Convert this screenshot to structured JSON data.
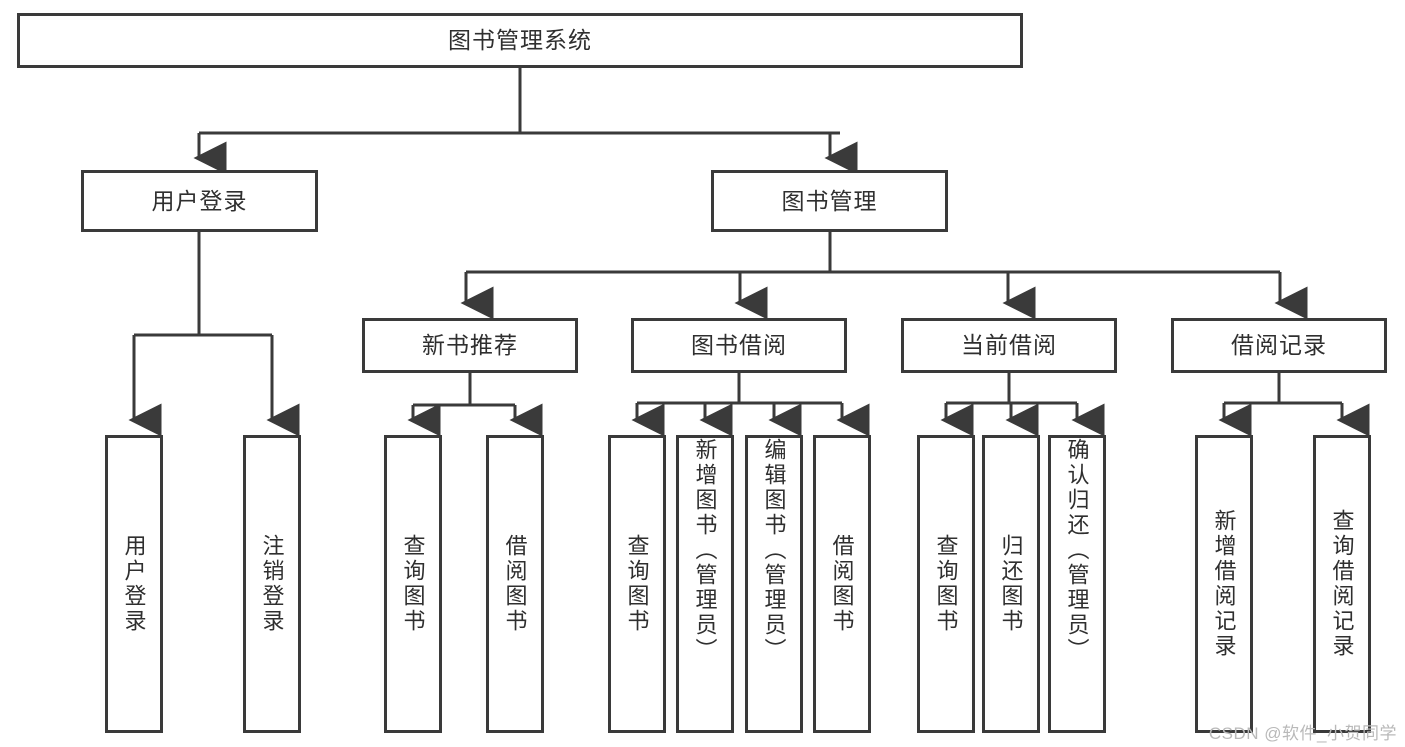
{
  "diagram": {
    "title": "图书管理系统",
    "type": "hierarchy-tree",
    "root": {
      "id": "root",
      "label": "图书管理系统",
      "orientation": "horizontal"
    },
    "level2": [
      {
        "id": "user-login",
        "label": "用户登录",
        "orientation": "horizontal"
      },
      {
        "id": "book-management",
        "label": "图书管理",
        "orientation": "horizontal"
      }
    ],
    "level3": [
      {
        "id": "new-book-recommend",
        "label": "新书推荐",
        "orientation": "horizontal"
      },
      {
        "id": "book-borrow",
        "label": "图书借阅",
        "orientation": "horizontal"
      },
      {
        "id": "current-borrow",
        "label": "当前借阅",
        "orientation": "horizontal"
      },
      {
        "id": "borrow-record",
        "label": "借阅记录",
        "orientation": "horizontal"
      }
    ],
    "leaves": {
      "user_login": [
        {
          "id": "leaf-user-login",
          "label": "用户登录",
          "orientation": "vertical"
        },
        {
          "id": "leaf-logout-login",
          "label": "注销登录",
          "orientation": "vertical"
        }
      ],
      "new_book_recommend": [
        {
          "id": "leaf-query-book-1",
          "label": "查询图书",
          "orientation": "vertical"
        },
        {
          "id": "leaf-borrow-book-1",
          "label": "借阅图书",
          "orientation": "vertical"
        }
      ],
      "book_borrow": [
        {
          "id": "leaf-query-book-2",
          "label": "查询图书",
          "orientation": "vertical"
        },
        {
          "id": "leaf-add-book",
          "label": "新增图书（管理员）",
          "orientation": "vertical"
        },
        {
          "id": "leaf-edit-book",
          "label": "编辑图书（管理员）",
          "orientation": "vertical"
        },
        {
          "id": "leaf-borrow-book-2",
          "label": "借阅图书",
          "orientation": "vertical"
        }
      ],
      "current_borrow": [
        {
          "id": "leaf-query-book-3",
          "label": "查询图书",
          "orientation": "vertical"
        },
        {
          "id": "leaf-return-book",
          "label": "归还图书",
          "orientation": "vertical"
        },
        {
          "id": "leaf-confirm-return",
          "label": "确认归还（管理员）",
          "orientation": "vertical"
        }
      ],
      "borrow_record": [
        {
          "id": "leaf-add-borrow-record",
          "label": "新增借阅记录",
          "orientation": "vertical"
        },
        {
          "id": "leaf-query-borrow-record",
          "label": "查询借阅记录",
          "orientation": "vertical"
        }
      ]
    },
    "colors": {
      "background": "#ffffff",
      "line": "#3a3a3a",
      "box_border": "#3a3a3a",
      "box_fill": "#ffffff",
      "text": "#2f2f2f",
      "watermark": "#b9b9b9"
    }
  },
  "watermark": {
    "text": "CSDN @软件_小贺同学"
  }
}
